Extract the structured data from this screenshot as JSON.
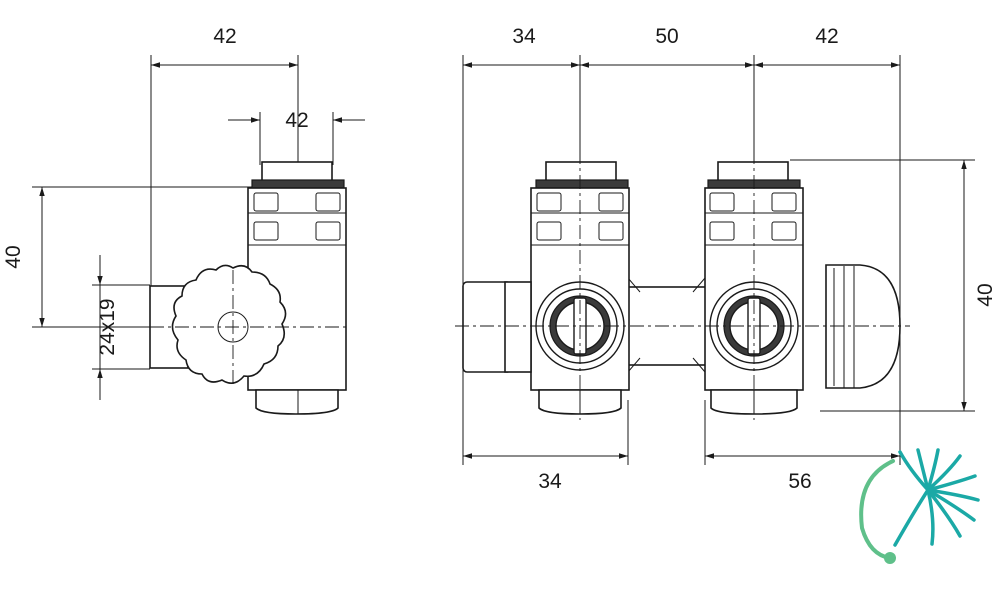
{
  "side_view": {
    "width_top": "42",
    "width_thread": "42",
    "height": "40",
    "thread": "24x19"
  },
  "front_view": {
    "dim_left_top": "34",
    "dim_mid_top": "50",
    "dim_right_top": "42",
    "dim_height": "40",
    "dim_bottom_left": "34",
    "dim_bottom_right": "56"
  },
  "colors": {
    "line": "#1a1a1a",
    "logo_green": "#5fc08a",
    "logo_teal": "#1ba9a6"
  },
  "logo": {
    "icon": "dandelion-seed-logo"
  }
}
